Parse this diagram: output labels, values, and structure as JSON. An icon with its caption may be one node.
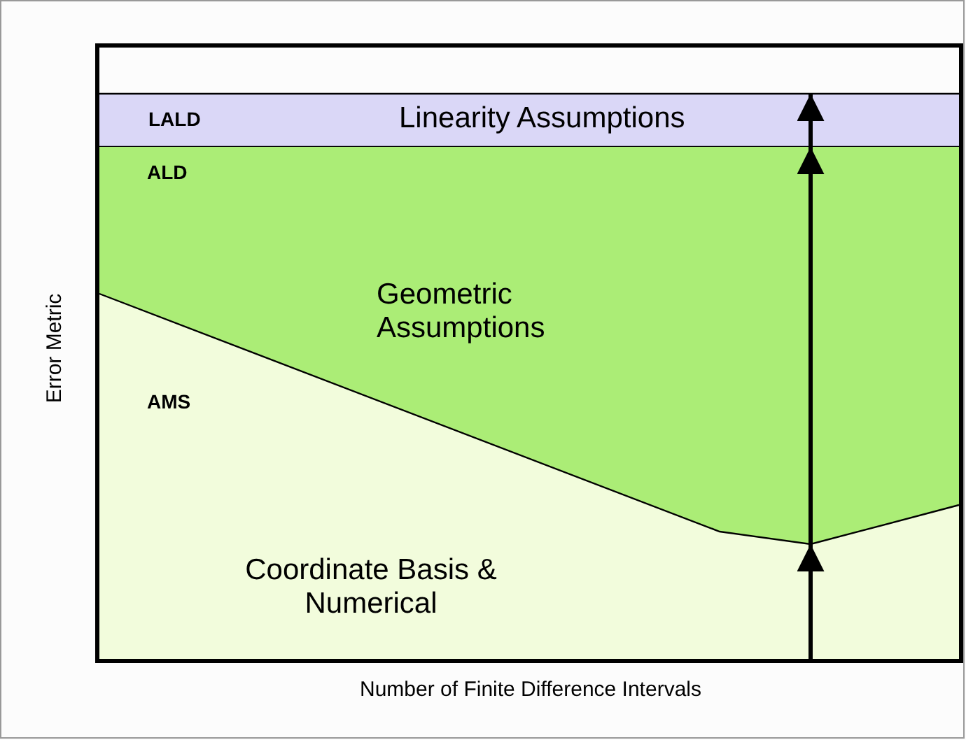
{
  "diagram": {
    "nodes": [
      {
        "text": [
          "LALD",
          "Linearity Assumptions"
        ]
      },
      {
        "text": [
          "ALD",
          "Geometric Assumptions"
        ]
      },
      {
        "text": [
          "AMS",
          "Coordinate Basis & Numerical"
        ]
      }
    ],
    "edges": [
      {
        "from": 2,
        "to": 1,
        "arrow": "to"
      },
      {
        "from": 1,
        "to": 0,
        "arrow": "to"
      }
    ],
    "labels": [
      "Error Metric",
      "Number of Finite Difference Intervals"
    ]
  }
}
